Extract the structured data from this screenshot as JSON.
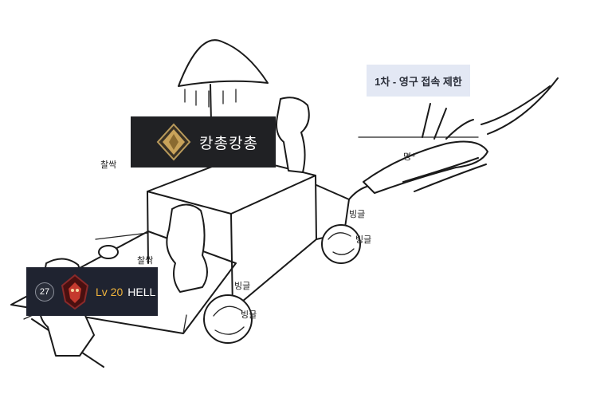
{
  "rank_banner": {
    "name": "캉총캉총",
    "emblem_icon": "gold-diamond-emblem"
  },
  "level_badge": {
    "number": "27",
    "level_text": "Lv 20",
    "difficulty": "HELL",
    "crest_icon": "red-demon-crest"
  },
  "restriction_label": {
    "text": "1차 - 영구 접속 제한"
  },
  "sketch": {
    "sfx_top": "찰싹",
    "sfx_mid": "찰싹",
    "sfx_wheel_1": "빙글",
    "sfx_wheel_2": "빙글",
    "sfx_wheel_3": "빙글",
    "sfx_wheel_4": "빙글",
    "sfx_scream": "명*"
  },
  "colors": {
    "banner_bg": "#202124",
    "badge_bg": "#1f2330",
    "level_gold": "#f0b43c",
    "label_bg": "#e3e8f4"
  }
}
